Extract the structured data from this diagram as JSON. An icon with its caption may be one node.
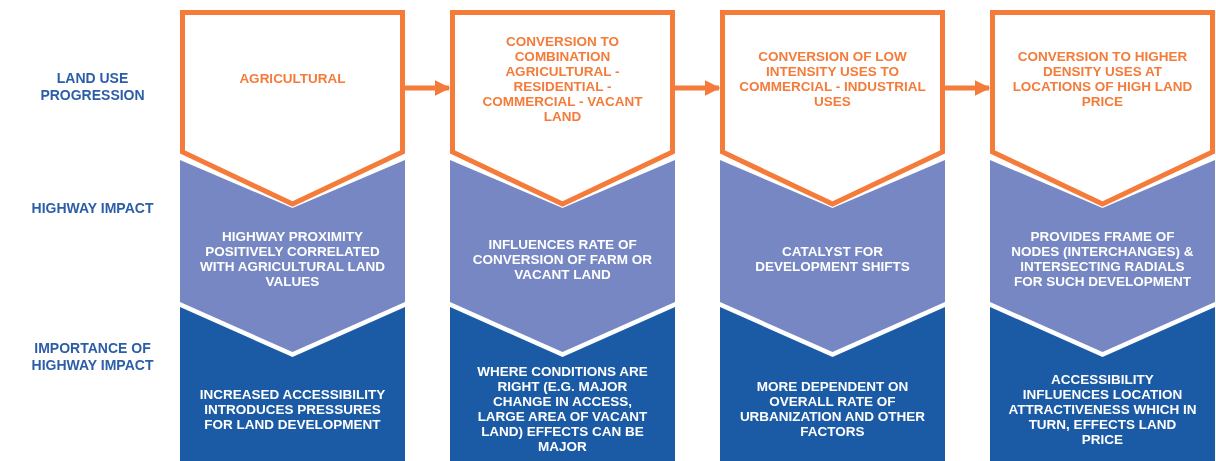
{
  "diagram": {
    "nodes": [
      {
        "text": [
          "AGRICULTURAL"
        ]
      },
      {
        "text": [
          "CONVERSION TO COMBINATION AGRICULTURAL - RESIDENTIAL - COMMERCIAL - VACANT LAND"
        ]
      },
      {
        "text": [
          "CONVERSION OF LOW INTENSITY USES TO COMMERCIAL - INDUSTRIAL USES"
        ]
      },
      {
        "text": [
          "CONVERSION TO HIGHER DENSITY USES AT LOCATIONS OF HIGH LAND PRICE"
        ]
      },
      {
        "text": [
          "HIGHWAY PROXIMITY POSITIVELY CORRELATED WITH AGRICULTURAL LAND VALUES"
        ]
      },
      {
        "text": [
          "INFLUENCES RATE OF CONVERSION OF FARM OR VACANT LAND"
        ]
      },
      {
        "text": [
          "CATALYST FOR DEVELOPMENT SHIFTS"
        ]
      },
      {
        "text": [
          "PROVIDES FRAME OF NODES (INTERCHANGES) & INTERSECTING RADIALS FOR SUCH DEVELOPMENT"
        ]
      },
      {
        "text": [
          "INCREASED ACCESSIBILITY INTRODUCES PRESSURES FOR LAND DEVELOPMENT"
        ]
      },
      {
        "text": [
          "WHERE CONDITIONS ARE RIGHT (E.G. MAJOR CHANGE IN ACCESS, LARGE AREA OF VACANT LAND) EFFECTS CAN BE MAJOR"
        ]
      },
      {
        "text": [
          "MORE DEPENDENT ON OVERALL RATE OF URBANIZATION AND OTHER FACTORS"
        ]
      },
      {
        "text": [
          "ACCESSIBILITY INFLUENCES LOCATION ATTRACTIVENESS WHICH IN TURN, EFFECTS LAND PRICE"
        ]
      }
    ],
    "edges": [
      {
        "from": 0,
        "to": 1,
        "arrow": "to"
      },
      {
        "from": 1,
        "to": 2,
        "arrow": "to"
      },
      {
        "from": 2,
        "to": 3,
        "arrow": "to"
      }
    ],
    "labels": [
      "LAND USE PROGRESSION",
      "HIGHWAY IMPACT",
      "IMPORTANCE OF HIGHWAY IMPACT"
    ]
  }
}
